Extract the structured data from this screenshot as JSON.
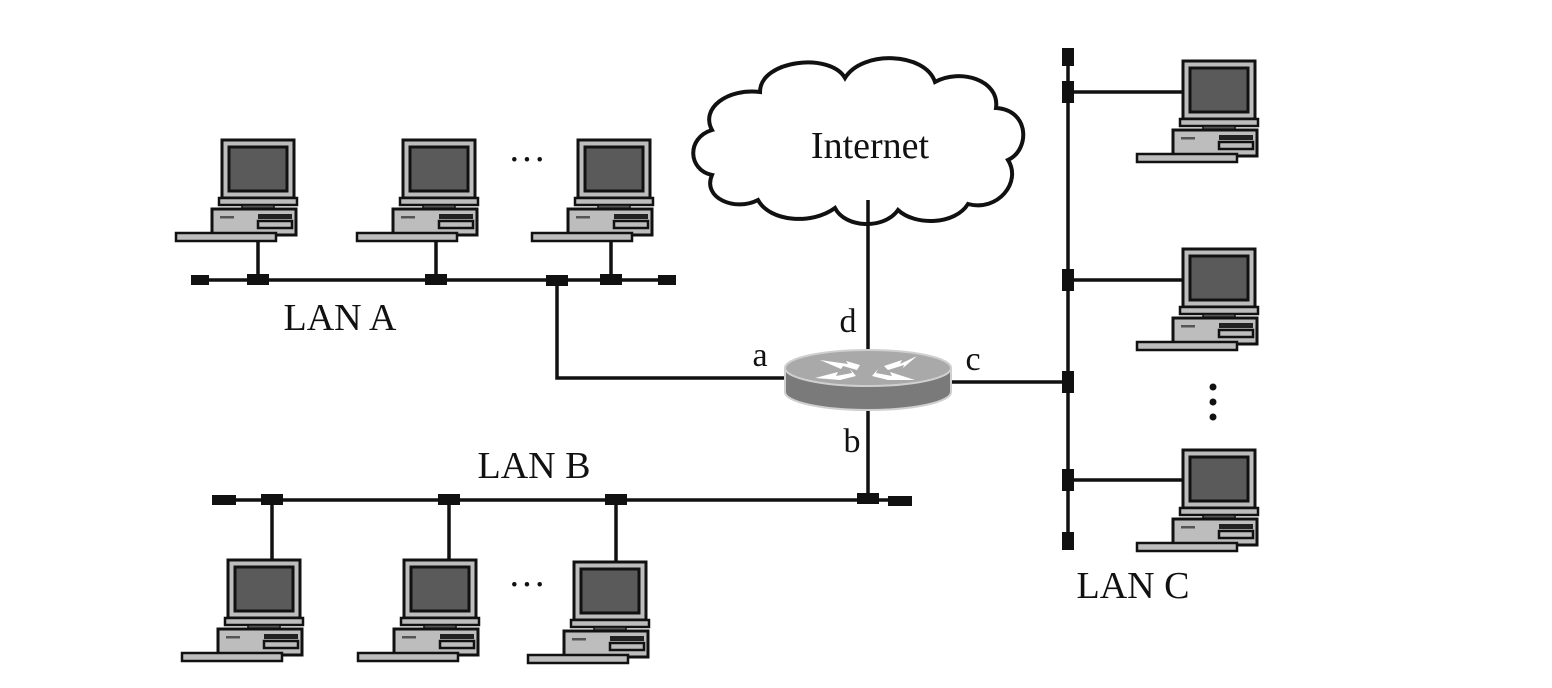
{
  "diagram": {
    "type": "network-topology",
    "colors": {
      "line": "#111111",
      "pc_case": "#bdbdbd",
      "pc_screen": "#5a5a5a",
      "router_top": "#a9a9a9",
      "router_side": "#7a7a7a",
      "background": "#ffffff"
    },
    "cloud": {
      "label": "Internet"
    },
    "router": {
      "ports": {
        "a": "a",
        "b": "b",
        "c": "c",
        "d": "d"
      }
    },
    "lans": {
      "A": {
        "label": "LAN A",
        "hosts_shown": 3,
        "ellipsis": "···"
      },
      "B": {
        "label": "LAN B",
        "hosts_shown": 3,
        "ellipsis": "···"
      },
      "C": {
        "label": "LAN C",
        "hosts_shown": 3,
        "ellipsis": "⋮"
      }
    },
    "links": [
      {
        "from": "LAN A",
        "to": "router",
        "port": "a"
      },
      {
        "from": "LAN B",
        "to": "router",
        "port": "b"
      },
      {
        "from": "LAN C",
        "to": "router",
        "port": "c"
      },
      {
        "from": "Internet",
        "to": "router",
        "port": "d"
      }
    ]
  }
}
